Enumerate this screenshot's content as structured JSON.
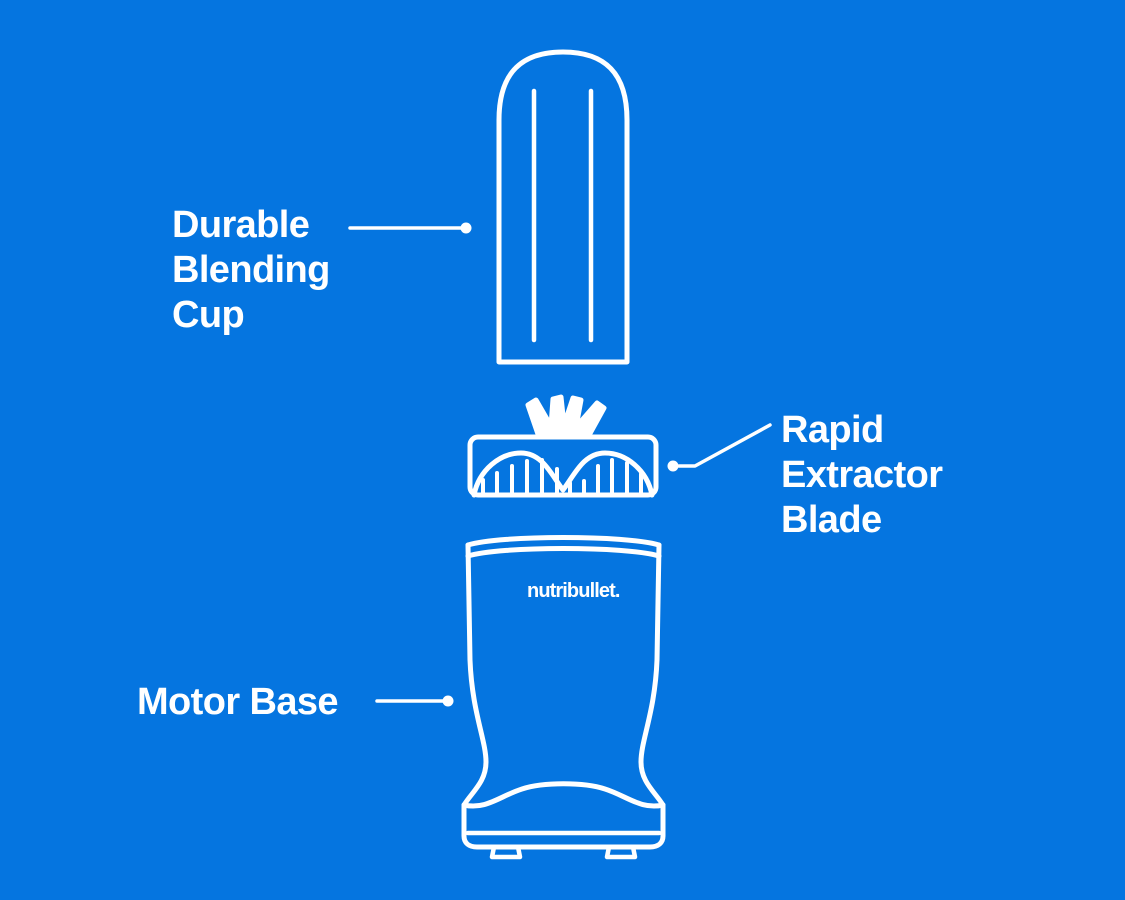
{
  "diagram": {
    "title": "nutribullet blender exploded parts diagram",
    "background_color": "#0575e0",
    "line_color": "#ffffff",
    "brand": {
      "name": "nutribullet.",
      "position": "motor-base-front"
    },
    "callouts": [
      {
        "id": "cup",
        "label": "Durable\nBlending\nCup",
        "lines": [
          "Durable",
          "Blending",
          "Cup"
        ],
        "leader": "horizontal-line-with-dot",
        "side": "left",
        "target": "blending-cup"
      },
      {
        "id": "blade",
        "label": "Rapid\nExtractor\nBlade",
        "lines": [
          "Rapid",
          "Extractor",
          "Blade"
        ],
        "leader": "angled-line-with-dot",
        "side": "right",
        "target": "extractor-blade"
      },
      {
        "id": "base",
        "label": "Motor Base",
        "lines": [
          "Motor Base"
        ],
        "leader": "horizontal-line-with-dot",
        "side": "left",
        "target": "motor-base"
      }
    ],
    "parts": [
      {
        "id": "blending-cup",
        "name": "Durable Blending Cup"
      },
      {
        "id": "extractor-blade",
        "name": "Rapid Extractor Blade"
      },
      {
        "id": "motor-base",
        "name": "Motor Base"
      }
    ]
  }
}
